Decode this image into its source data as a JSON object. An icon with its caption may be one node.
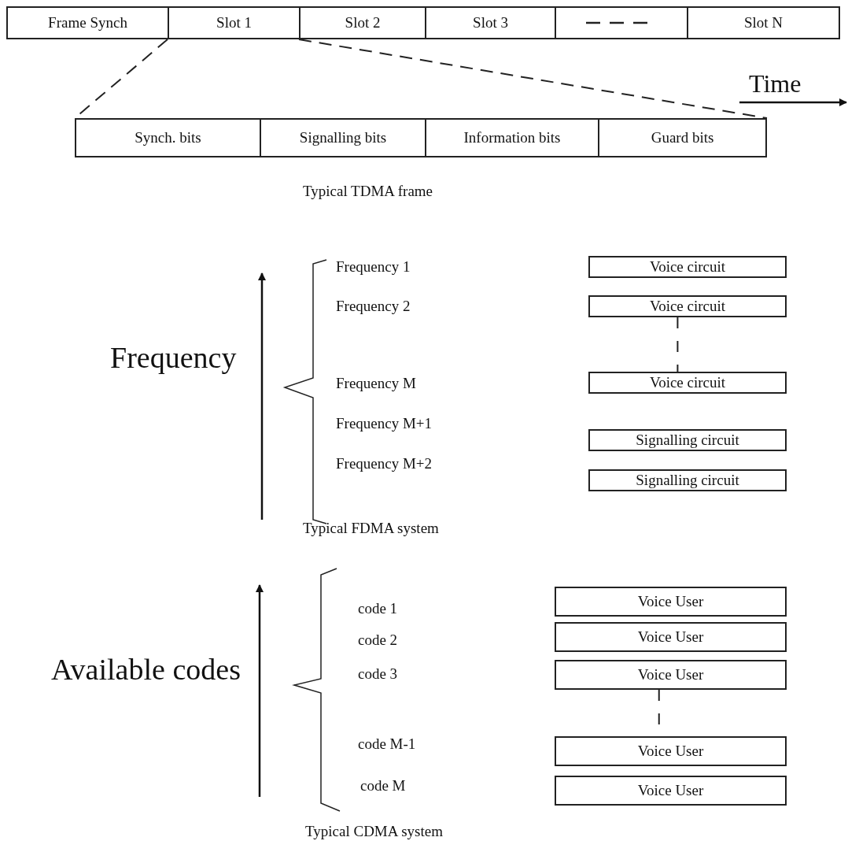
{
  "diagram": {
    "nodes": [
      {
        "text": [
          "Frame Synch"
        ]
      },
      {
        "text": [
          "Slot 1"
        ]
      },
      {
        "text": [
          "Slot 2"
        ]
      },
      {
        "text": [
          "Slot 3"
        ]
      },
      {
        "text": [],
        "shape": "box"
      },
      {
        "text": [
          "Slot N"
        ]
      },
      {
        "text": [
          "Synch. bits"
        ]
      },
      {
        "text": [
          "Signalling bits"
        ]
      },
      {
        "text": [
          "Information bits"
        ]
      },
      {
        "text": [
          "Guard bits"
        ]
      },
      {
        "text": [
          "Voice circuit"
        ]
      },
      {
        "text": [
          "Voice circuit"
        ]
      },
      {
        "text": [
          "Voice circuit"
        ]
      },
      {
        "text": [
          "Signalling circuit"
        ]
      },
      {
        "text": [
          "Signalling circuit"
        ]
      },
      {
        "text": [
          "Voice User"
        ]
      },
      {
        "text": [
          "Voice User"
        ]
      },
      {
        "text": [
          "Voice User"
        ]
      },
      {
        "text": [
          "Voice User"
        ]
      },
      {
        "text": [
          "Voice User"
        ]
      }
    ],
    "edges": [
      {
        "from": 1,
        "to": 6,
        "arrow": "none",
        "style": "dashed"
      },
      {
        "from": 1,
        "to": 9,
        "arrow": "none",
        "style": "dashed"
      },
      {
        "from": 11,
        "to": 12,
        "arrow": "none",
        "style": "dashed"
      },
      {
        "from": 17,
        "to": 18,
        "arrow": "none",
        "style": "dashed"
      }
    ],
    "labels": [
      "Time",
      "Typical TDMA frame",
      "Frequency 1",
      "Frequency 2",
      "Frequency",
      "Frequency M",
      "Frequency M+1",
      "Frequency M+2",
      "Typical FDMA system",
      "code 1",
      "code 2",
      "Available codes",
      "code 3",
      "code M-1",
      "code M",
      "Typical CDMA system"
    ]
  }
}
